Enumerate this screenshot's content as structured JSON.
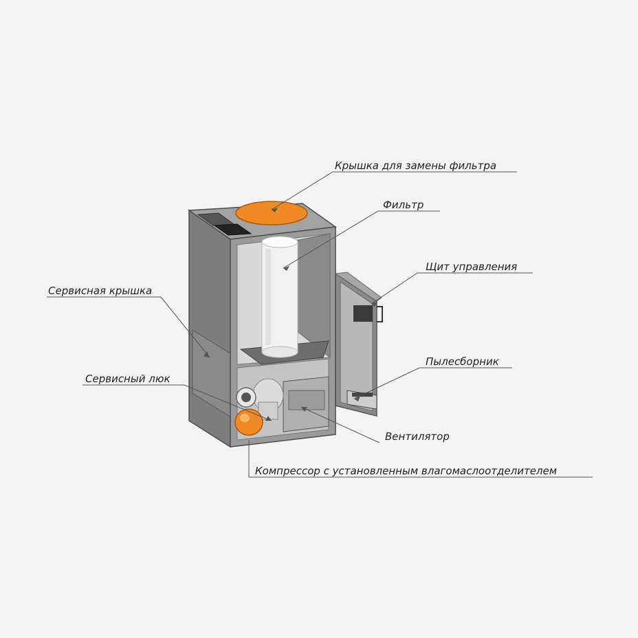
{
  "labels": {
    "filter_cover": "Крышка для замены фильтра",
    "filter": "Фильтр",
    "control_panel": "Щит управления",
    "service_cover": "Сервисная крышка",
    "service_hatch": "Сервисный люк",
    "dust_collector": "Пылесборник",
    "fan": "Вентилятор",
    "compressor": "Компрессор с установленным влагомаслоотделителем"
  },
  "colors": {
    "background": "#f4f4f4",
    "housing": "#8e8e8e",
    "accent": "#f08a24",
    "text": "#222222",
    "leader": "#555555"
  }
}
